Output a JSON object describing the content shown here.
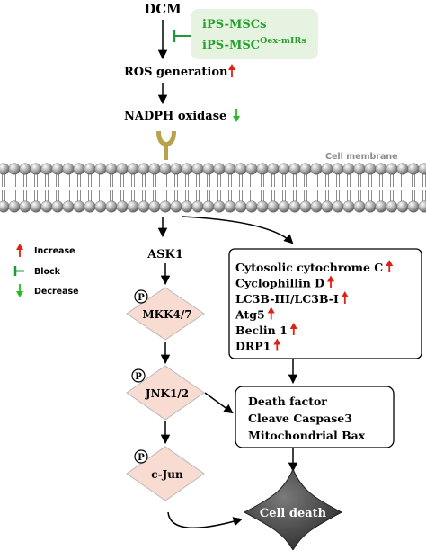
{
  "top": {
    "label": "DCM"
  },
  "treatment": {
    "line1": "iPS-MSCs",
    "line2_base": "iPS-MSC",
    "line2_sup": "Oex-mIRs"
  },
  "nodes": {
    "ros": "ROS generation",
    "nadph": "NADPH oxidase",
    "membrane": "Cell membrane",
    "ask1": "ASK1",
    "mkk": "MKK4/7",
    "jnk": "JNK1/2",
    "cjun": "c-Jun",
    "phospho": "P"
  },
  "legend": {
    "increase": "Increase",
    "block": "Block",
    "decrease": "Decrease"
  },
  "mito_box": [
    "Cytosolic cytochrome C",
    "Cyclophillin D",
    "LC3B-III/LC3B-I",
    "Atg5",
    "Beclin 1",
    "DRP1"
  ],
  "death_box": [
    "Death factor",
    "Cleave Caspase3",
    "Mitochondrial Bax"
  ],
  "cell_death": "Cell death",
  "colors": {
    "increase": "#e02010",
    "decrease": "#22bb22",
    "block": "#1f9a3a",
    "treatment_bg": "#e6f3e1",
    "treatment_text": "#22a22a",
    "kinase_fill": "#f8dcd2",
    "lipid_head": "#a0a0a0",
    "receptor": "#b8a24a",
    "cell_death_fill": "#4d4d4d"
  }
}
